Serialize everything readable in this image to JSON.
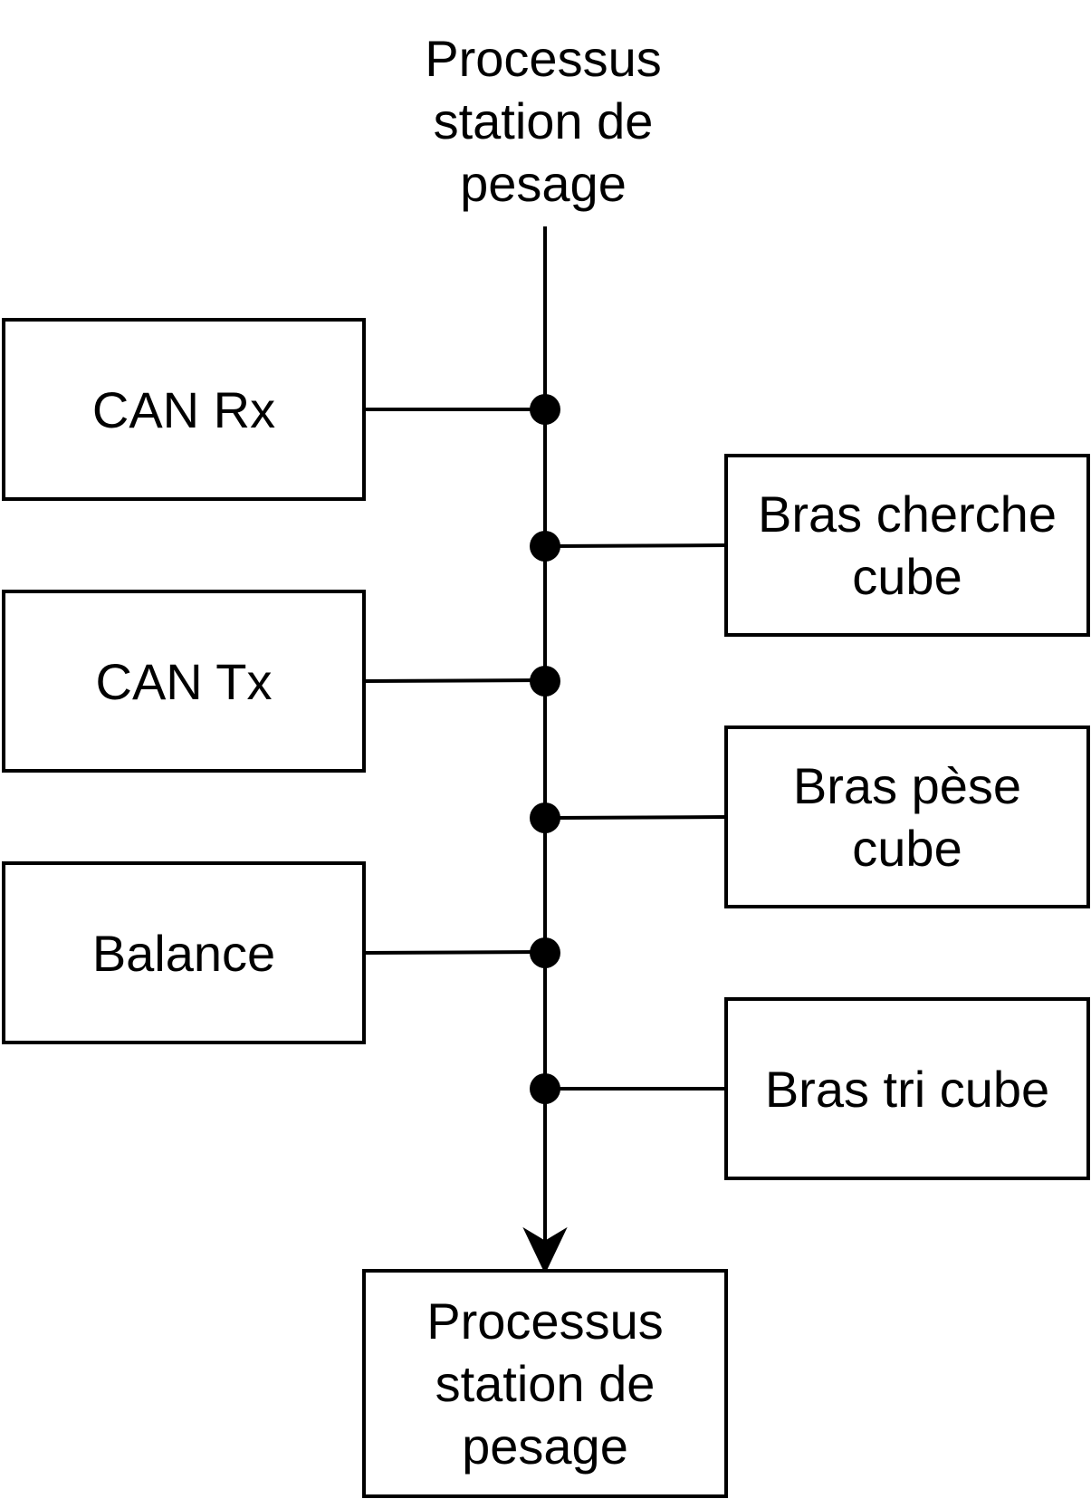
{
  "diagram": {
    "start": {
      "lines": [
        "Processus",
        "station de",
        "pesage"
      ]
    },
    "left_boxes": [
      {
        "label": "CAN Rx"
      },
      {
        "label": "CAN Tx"
      },
      {
        "label": "Balance"
      }
    ],
    "right_boxes": [
      {
        "lines": [
          "Bras cherche",
          "cube"
        ]
      },
      {
        "lines": [
          "Bras pèse",
          "cube"
        ]
      },
      {
        "lines": [
          "Bras tri cube"
        ]
      }
    ],
    "end": {
      "lines": [
        "Processus",
        "station de",
        "pesage"
      ]
    }
  }
}
